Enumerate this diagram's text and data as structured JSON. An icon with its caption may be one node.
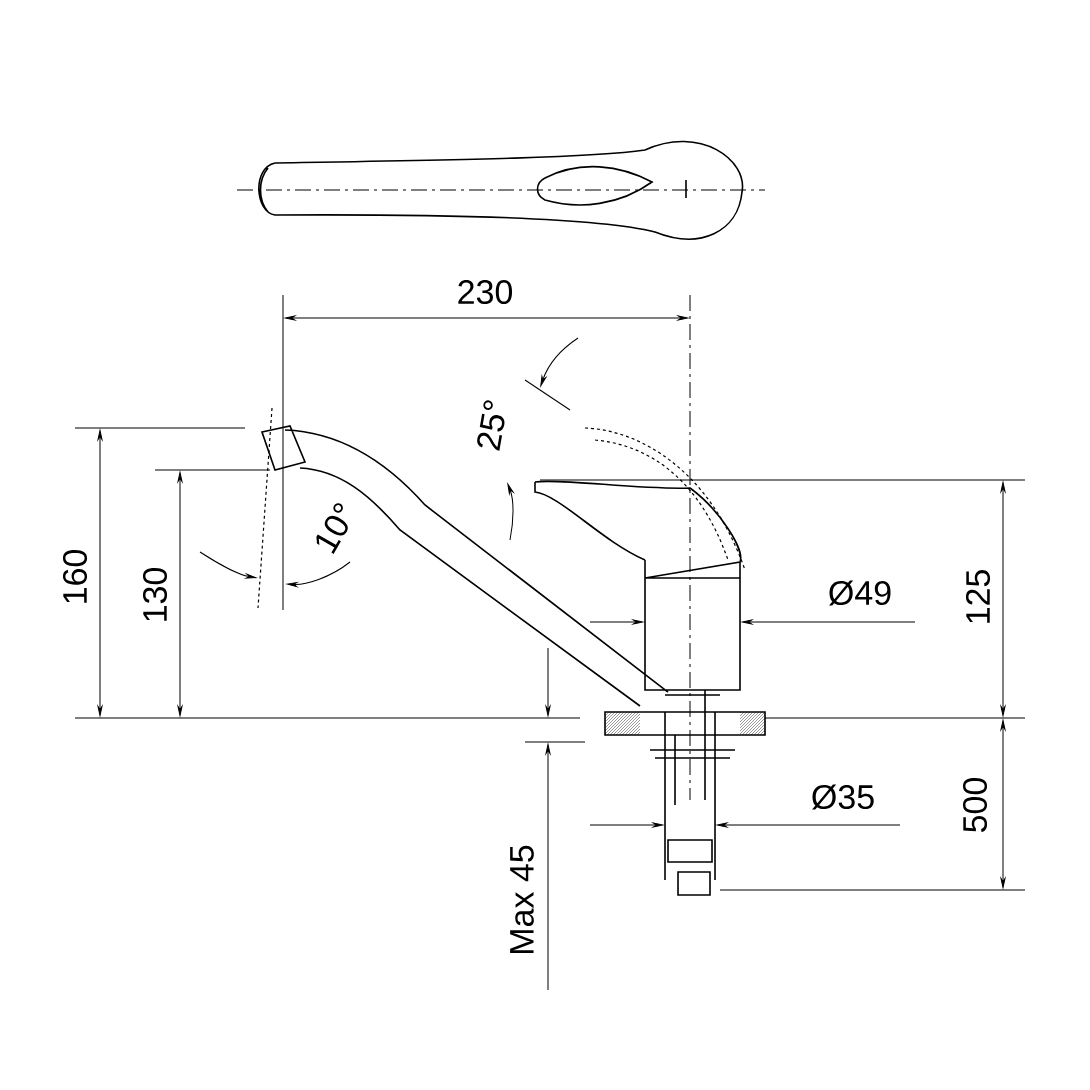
{
  "diagram": {
    "labels": [
      "230",
      "25°",
      "10°",
      "160",
      "130",
      "Ø49",
      "125",
      "Ø35",
      "500",
      "Max 45"
    ]
  }
}
